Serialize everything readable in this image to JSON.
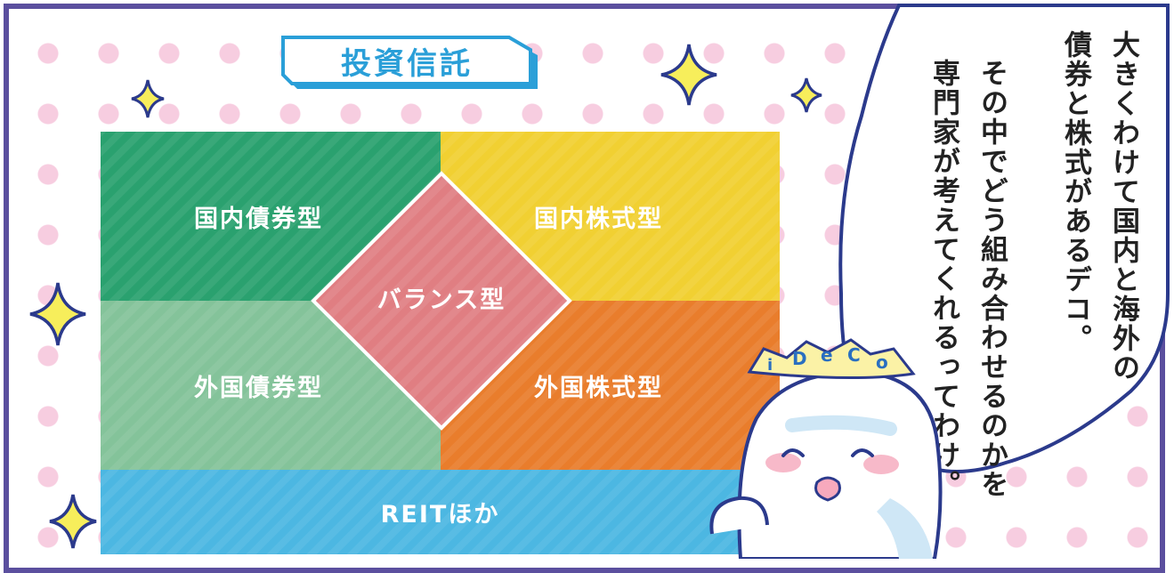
{
  "title": "投資信託",
  "funds": {
    "domestic_bond": "国内債券型",
    "domestic_stock": "国内株式型",
    "balanced": "バランス型",
    "foreign_bond": "外国債券型",
    "foreign_stock": "外国株式型",
    "reit": "REITほか"
  },
  "speech": {
    "line1": "大きくわけて国内と海外の",
    "line2": "債券と株式があるデコ。",
    "line3": "その中でどう組み合わせるのかを",
    "line4": "専門家が考えてくれるってわけ。"
  },
  "mascot": {
    "crown_letters": [
      "i",
      "D",
      "e",
      "C",
      "o"
    ]
  },
  "colors": {
    "frame": "#5b4f9e",
    "dots": "#f7cde0",
    "title_blue": "#2a9fd8",
    "domestic_bond": "#2aa16f",
    "domestic_stock": "#f1d032",
    "foreign_bond": "#84c39a",
    "foreign_stock": "#e97d2c",
    "balanced": "#e07e82",
    "reit": "#4cb7e2",
    "sparkle": "#f7ee5b"
  },
  "icons": [
    "sparkle-icon",
    "speech-bubble",
    "mascot-character",
    "crown-icon"
  ]
}
